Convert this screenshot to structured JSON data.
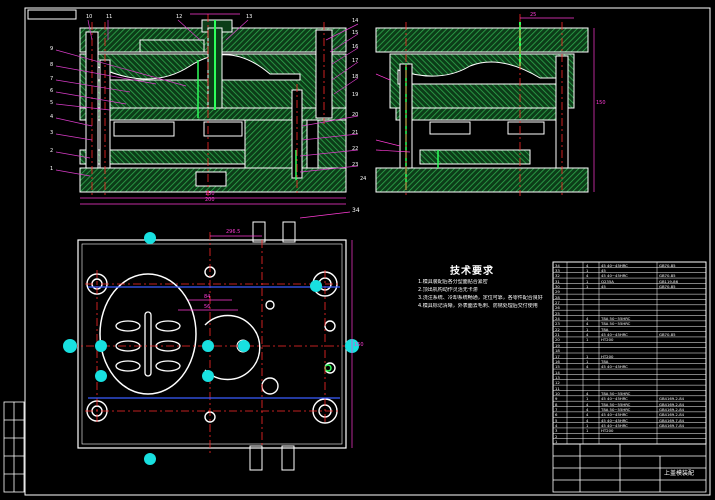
{
  "sheet": {
    "title_code": "上盖模装配",
    "colors": {
      "background": "#000000",
      "outline": "#ffffff",
      "hatch": "#1e8a3a",
      "center_line": "#ff2a2a",
      "dimension": "#ff3bd6",
      "leader": "#d93cc8",
      "text_yellow": "#ffee33",
      "marker_cyan": "#18e0e0",
      "parting_line": "#3a5cff"
    }
  },
  "front_view": {
    "part_labels": [
      "1",
      "2",
      "3",
      "4",
      "5",
      "6",
      "7",
      "8",
      "9",
      "10",
      "11",
      "12",
      "13",
      "14",
      "15",
      "16",
      "17",
      "18",
      "19",
      "20",
      "21",
      "22",
      "23",
      "24"
    ],
    "dimensions": [
      "150",
      "200"
    ]
  },
  "side_view": {
    "dimensions": [
      "25",
      "150"
    ]
  },
  "plan_view": {
    "label": "34",
    "dimensions": [
      "296.5",
      "84",
      "56",
      "150"
    ]
  },
  "notes": {
    "title": "技术要求",
    "lines": [
      "1.模具装配后各分型面贴合紧密",
      "2.顶出机构动作灵活无卡滞",
      "3.浇注系统、冷却系统畅通，定位可靠，各零件配合良好",
      "4.模具标记清晰，外表面去毛刺、防锈处理后交付使用"
    ]
  },
  "bom": {
    "rows": [
      {
        "no": "34",
        "qty": "4",
        "material": "45 40~45HRC",
        "std": "GB70-85"
      },
      {
        "no": "33",
        "qty": "1",
        "material": "45",
        "std": ""
      },
      {
        "no": "32",
        "qty": "4",
        "material": "45 40~45HRC",
        "std": "GB70-85"
      },
      {
        "no": "31",
        "qty": "1",
        "material": "Q235A",
        "std": "GB119-86"
      },
      {
        "no": "30",
        "qty": "1",
        "material": "45",
        "std": "GB70-85"
      },
      {
        "no": "29",
        "qty": "",
        "material": "",
        "std": ""
      },
      {
        "no": "28",
        "qty": "",
        "material": "",
        "std": ""
      },
      {
        "no": "27",
        "qty": "",
        "material": "",
        "std": ""
      },
      {
        "no": "26",
        "qty": "",
        "material": "",
        "std": ""
      },
      {
        "no": "25",
        "qty": "",
        "material": "",
        "std": ""
      },
      {
        "no": "24",
        "qty": "4",
        "material": "T8A 50~55HRC",
        "std": ""
      },
      {
        "no": "23",
        "qty": "4",
        "material": "T8A 50~55HRC",
        "std": ""
      },
      {
        "no": "22",
        "qty": "1",
        "material": "T8A",
        "std": ""
      },
      {
        "no": "21",
        "qty": "4",
        "material": "45 40~45HRC",
        "std": "GB70-85"
      },
      {
        "no": "20",
        "qty": "1",
        "material": "HT200",
        "std": ""
      },
      {
        "no": "19",
        "qty": "",
        "material": "",
        "std": ""
      },
      {
        "no": "18",
        "qty": "",
        "material": "",
        "std": ""
      },
      {
        "no": "17",
        "qty": "1",
        "material": "HT200",
        "std": ""
      },
      {
        "no": "16",
        "qty": "1",
        "material": "T8A",
        "std": ""
      },
      {
        "no": "15",
        "qty": "4",
        "material": "45 40~45HRC",
        "std": ""
      },
      {
        "no": "14",
        "qty": "",
        "material": "",
        "std": ""
      },
      {
        "no": "13",
        "qty": "",
        "material": "",
        "std": ""
      },
      {
        "no": "12",
        "qty": "",
        "material": "",
        "std": ""
      },
      {
        "no": "11",
        "qty": "",
        "material": "",
        "std": ""
      },
      {
        "no": "10",
        "qty": "4",
        "material": "T8A 50~55HRC",
        "std": ""
      },
      {
        "no": "9",
        "qty": "1",
        "material": "45 40~45HRC",
        "std": "GB4169.2-84"
      },
      {
        "no": "8",
        "qty": "4",
        "material": "T8A 50~55HRC",
        "std": "GB4169.2-84"
      },
      {
        "no": "7",
        "qty": "4",
        "material": "T8A 50~55HRC",
        "std": "GB4169.2-84"
      },
      {
        "no": "6",
        "qty": "4",
        "material": "45 40~45HRC",
        "std": "GB4169.2-84"
      },
      {
        "no": "5",
        "qty": "4",
        "material": "45 40~45HRC",
        "std": "GB4169.7-84"
      },
      {
        "no": "4",
        "qty": "1",
        "material": "45 40~45HRC",
        "std": "GB4169.7-84"
      },
      {
        "no": "3",
        "qty": "1",
        "material": "HT200",
        "std": ""
      },
      {
        "no": "2",
        "qty": "",
        "material": "",
        "std": ""
      },
      {
        "no": "1",
        "qty": "",
        "material": "",
        "std": ""
      }
    ]
  }
}
